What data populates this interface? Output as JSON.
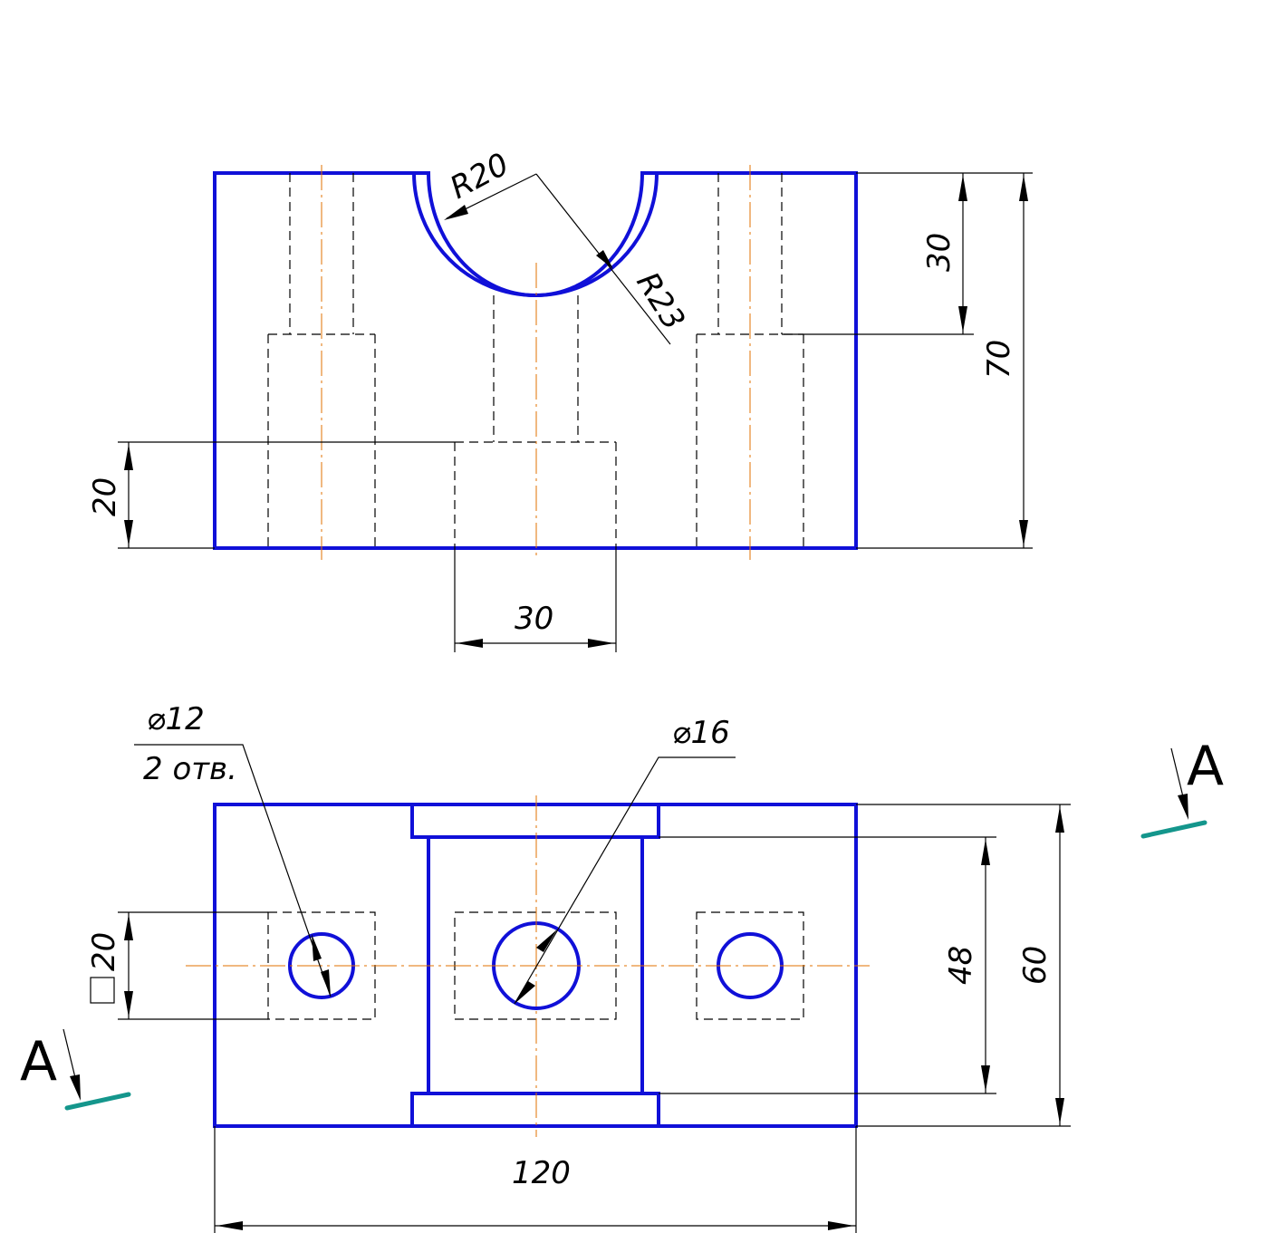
{
  "front_view": {
    "dims": {
      "r20": "R20",
      "r23": "R23",
      "d30_vertical": "30",
      "d70": "70",
      "d20_vertical": "20",
      "d30_horizontal": "30"
    }
  },
  "top_view": {
    "dims": {
      "phi12": "⌀12",
      "holes_note": "2 отв.",
      "phi16": "⌀16",
      "square20": "20",
      "d48": "48",
      "d60": "60",
      "d120": "120"
    }
  },
  "section_marks": {
    "right_label": "A",
    "left_label": "A"
  },
  "colors": {
    "outline": "#1010d8",
    "center_lines": "#e07000",
    "section_line": "#14968c"
  }
}
